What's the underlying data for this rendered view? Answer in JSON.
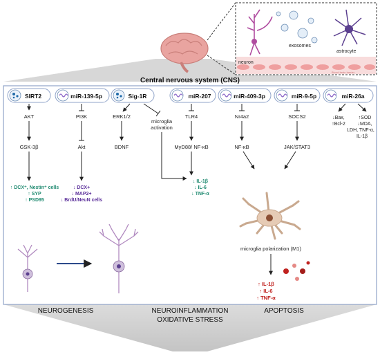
{
  "title": "Central nervous system (CNS)",
  "inset": {
    "labels": {
      "neuron": "neuron",
      "exosomes": "exosomes",
      "astrocyte": "astrocyte",
      "barrier": "Blood-brain barrier"
    }
  },
  "columns": [
    {
      "header": "SIRT2",
      "steps": [
        "AKT",
        "GSK-3β"
      ],
      "results": [
        "↑ DCX⁺, Nestin⁺ cells",
        "↑ SYP",
        "↑ PSD95"
      ]
    },
    {
      "header": "miR-139-5p",
      "steps": [
        "PI3K",
        "Akt"
      ],
      "results": [
        "↓ DCX+",
        "↓ MAP2+",
        "↓ BrdU/NeuN cells"
      ]
    },
    {
      "header": "Sig-1R",
      "steps": [
        "ERK1/2",
        "BDNF"
      ],
      "side": [
        "microglia",
        "activation"
      ]
    },
    {
      "header": "miR-207",
      "steps": [
        "TLR4",
        "MyD88/ NF-κB"
      ],
      "results": [
        "↓ IL-1β",
        "↓ IL-6",
        "↓ TNF-α"
      ]
    },
    {
      "header": "miR-409-3p",
      "steps": [
        "Nr4a2",
        "NF-κB"
      ]
    },
    {
      "header": "miR-9-5p",
      "steps": [
        "SOCS2",
        "JAK/STAT3"
      ]
    },
    {
      "header": "miR-26a",
      "left": [
        "↓Bax,",
        "↑Bcl-2"
      ],
      "right": [
        "↑SOD",
        "↓MDA,",
        "LDH, TNF-α,",
        "IL-1β"
      ]
    }
  ],
  "microglia_label": "microglia polarization (M1)",
  "apoptosis_results": [
    "↑ IL-1β",
    "↑ IL-6",
    "↑ TNF-α"
  ],
  "bottom": {
    "neurogenesis": "NEUROGENESIS",
    "neuroinflammation": "NEUROINFLAMMATION",
    "oxidative": "OXIDATIVE STRESS",
    "apoptosis": "APOPTOSIS"
  },
  "colors": {
    "border": "#8fa3c9",
    "teal": "#1f8a70",
    "purple": "#5b2f9a",
    "red": "#c0221f",
    "navy": "#2c4a8a"
  }
}
